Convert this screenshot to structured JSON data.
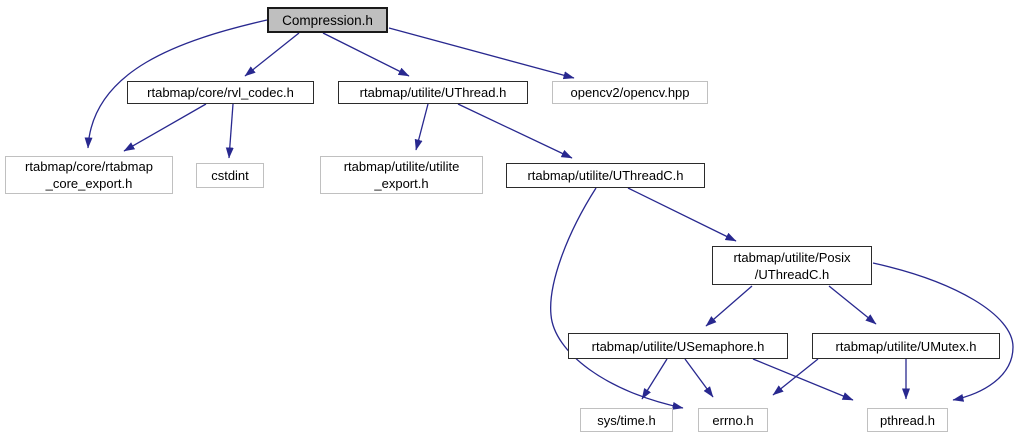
{
  "diagram": {
    "type": "include-dependency-graph",
    "root_file": "Compression.h",
    "colors": {
      "background": "#ffffff",
      "edge": "#28288f",
      "root_fill": "#bfbfbf",
      "linked_border": "#2b2b2b",
      "external_border": "#c0c0c0",
      "text": "#000000"
    }
  },
  "nodes": [
    {
      "id": "compression",
      "label": "Compression.h",
      "kind": "root"
    },
    {
      "id": "rvl_codec",
      "label": "rtabmap/core/rvl_codec.h",
      "kind": "linked"
    },
    {
      "id": "uthread",
      "label": "rtabmap/utilite/UThread.h",
      "kind": "linked"
    },
    {
      "id": "opencv",
      "label": "opencv2/opencv.hpp",
      "kind": "external"
    },
    {
      "id": "core_export",
      "label": "rtabmap/core/rtabmap\n_core_export.h",
      "kind": "external"
    },
    {
      "id": "cstdint",
      "label": "cstdint",
      "kind": "external"
    },
    {
      "id": "utilite_export",
      "label": "rtabmap/utilite/utilite\n_export.h",
      "kind": "external"
    },
    {
      "id": "uthreadc",
      "label": "rtabmap/utilite/UThreadC.h",
      "kind": "linked"
    },
    {
      "id": "posix_uthreadc",
      "label": "rtabmap/utilite/Posix\n/UThreadC.h",
      "kind": "linked"
    },
    {
      "id": "usemaphore",
      "label": "rtabmap/utilite/USemaphore.h",
      "kind": "linked"
    },
    {
      "id": "umutex",
      "label": "rtabmap/utilite/UMutex.h",
      "kind": "linked"
    },
    {
      "id": "systime",
      "label": "sys/time.h",
      "kind": "external"
    },
    {
      "id": "errno",
      "label": "errno.h",
      "kind": "external"
    },
    {
      "id": "pthread",
      "label": "pthread.h",
      "kind": "external"
    }
  ],
  "edges": [
    {
      "from": "Compression.h",
      "to": "rtabmap/core/rtabmap_core_export.h"
    },
    {
      "from": "Compression.h",
      "to": "rtabmap/core/rvl_codec.h"
    },
    {
      "from": "Compression.h",
      "to": "rtabmap/utilite/UThread.h"
    },
    {
      "from": "Compression.h",
      "to": "opencv2/opencv.hpp"
    },
    {
      "from": "rtabmap/core/rvl_codec.h",
      "to": "rtabmap/core/rtabmap_core_export.h"
    },
    {
      "from": "rtabmap/core/rvl_codec.h",
      "to": "cstdint"
    },
    {
      "from": "rtabmap/utilite/UThread.h",
      "to": "rtabmap/utilite/utilite_export.h"
    },
    {
      "from": "rtabmap/utilite/UThread.h",
      "to": "rtabmap/utilite/UThreadC.h"
    },
    {
      "from": "rtabmap/utilite/UThreadC.h",
      "to": "rtabmap/utilite/Posix/UThreadC.h"
    },
    {
      "from": "rtabmap/utilite/UThreadC.h",
      "to": "errno.h"
    },
    {
      "from": "rtabmap/utilite/Posix/UThreadC.h",
      "to": "rtabmap/utilite/USemaphore.h"
    },
    {
      "from": "rtabmap/utilite/Posix/UThreadC.h",
      "to": "rtabmap/utilite/UMutex.h"
    },
    {
      "from": "rtabmap/utilite/Posix/UThreadC.h",
      "to": "pthread.h"
    },
    {
      "from": "rtabmap/utilite/USemaphore.h",
      "to": "sys/time.h"
    },
    {
      "from": "rtabmap/utilite/USemaphore.h",
      "to": "errno.h"
    },
    {
      "from": "rtabmap/utilite/USemaphore.h",
      "to": "pthread.h"
    },
    {
      "from": "rtabmap/utilite/UMutex.h",
      "to": "errno.h"
    },
    {
      "from": "rtabmap/utilite/UMutex.h",
      "to": "pthread.h"
    }
  ]
}
